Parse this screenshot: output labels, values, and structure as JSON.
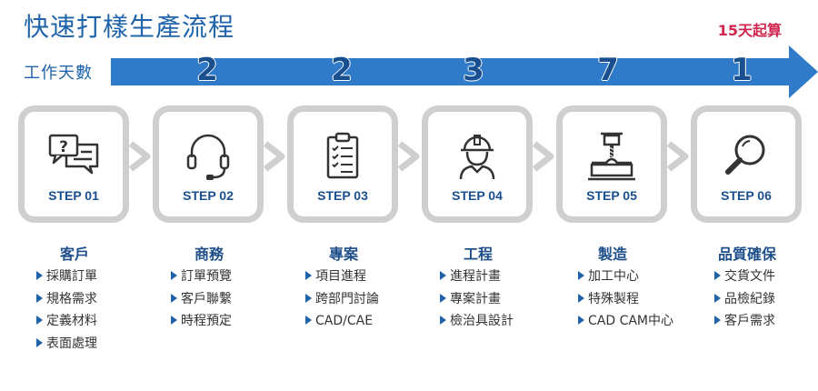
{
  "header": {
    "title": "快速打樣生產流程",
    "subtitle": "15天起算",
    "workdays_label": "工作天數"
  },
  "days": [
    "2",
    "2",
    "3",
    "7",
    "1"
  ],
  "steps": [
    {
      "label": "STEP 01",
      "icon": "chat-question-icon",
      "title": "客戶",
      "items": [
        "採購訂單",
        "規格需求",
        "定義材料",
        "表面處理"
      ]
    },
    {
      "label": "STEP 02",
      "icon": "headset-icon",
      "title": "商務",
      "items": [
        "訂單預覽",
        "客戶聯繫",
        "時程預定"
      ]
    },
    {
      "label": "STEP 03",
      "icon": "clipboard-checklist-icon",
      "title": "專案",
      "items": [
        "項目進程",
        "跨部門討論",
        "CAD/CAE"
      ]
    },
    {
      "label": "STEP 04",
      "icon": "engineer-helmet-icon",
      "title": "工程",
      "items": [
        "進程計畫",
        "專案計畫",
        "檢治具設計"
      ]
    },
    {
      "label": "STEP 05",
      "icon": "cnc-mill-icon",
      "title": "製造",
      "items": [
        "加工中心",
        "特殊製程",
        "CAD CAM中心"
      ]
    },
    {
      "label": "STEP 06",
      "icon": "magnifier-icon",
      "title": "品質確保",
      "items": [
        "交貨文件",
        "品檢紀錄",
        "客戶需求"
      ]
    }
  ],
  "colors": {
    "title_blue": "#1f64ab",
    "arrow_blue": "#2f7ac9",
    "number_navy": "#1a4f8f",
    "subtitle_red": "#d0254c",
    "box_gray": "#cfcfcf"
  }
}
